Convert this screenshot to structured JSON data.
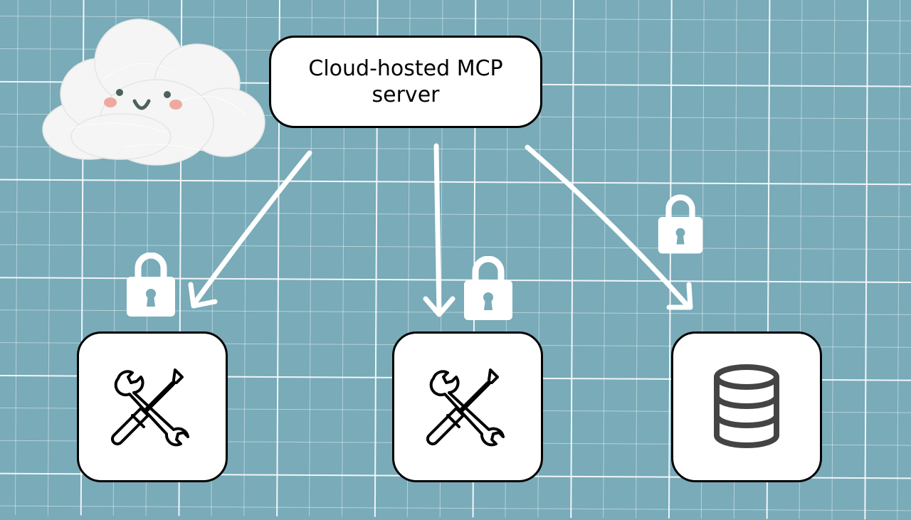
{
  "diagram": {
    "server": {
      "label_line1": "Cloud-hosted MCP",
      "label_line2": "server"
    },
    "nodes": [
      {
        "id": "tool-1",
        "icon": "wrench-screwdriver-icon",
        "type": "tool"
      },
      {
        "id": "tool-2",
        "icon": "wrench-screwdriver-icon",
        "type": "tool"
      },
      {
        "id": "database",
        "icon": "database-icon",
        "type": "data"
      }
    ],
    "connections": [
      {
        "from": "server",
        "to": "tool-1",
        "secured": true
      },
      {
        "from": "server",
        "to": "tool-2",
        "secured": true
      },
      {
        "from": "server",
        "to": "database",
        "secured": true
      }
    ],
    "decoration": {
      "cloud": "smiling-cloud-illustration"
    }
  },
  "colors": {
    "background": "#79abb9",
    "grid": "#ffffff",
    "box_fill": "#ffffff",
    "box_border": "#000000",
    "db_icon": "#444444",
    "cloud_blush": "#f0a9a0",
    "cloud_face": "#4d6358"
  }
}
